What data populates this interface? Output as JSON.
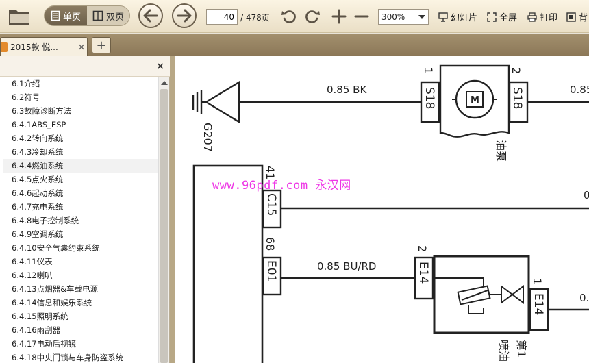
{
  "toolbar": {
    "single_page_label": "单页",
    "double_page_label": "双页",
    "current_page": "40",
    "total_pages": "/ 478页",
    "zoom_value": "300%",
    "slideshow_label": "幻灯片",
    "fullscreen_label": "全屏",
    "print_label": "打印",
    "background_label": "背"
  },
  "tabs": [
    {
      "label": "2015款 悦...",
      "close": "×"
    }
  ],
  "new_tab_label": "+",
  "sidebar": {
    "close": "×",
    "items": [
      "6.1介绍",
      "6.2符号",
      "6.3故障诊断方法",
      "6.4.1ABS_ESP",
      "6.4.2转向系统",
      "6.4.3冷却系统",
      "6.4.4燃油系统",
      "6.4.5点火系统",
      "6.4.6起动系统",
      "6.4.7充电系统",
      "6.4.8电子控制系统",
      "6.4.9空调系统",
      "6.4.10安全气囊约束系统",
      "6.4.11仪表",
      "6.4.12喇叭",
      "6.4.13点烟器&车载电源",
      "6.4.14信息和娱乐系统",
      "6.4.15照明系统",
      "6.4.16雨刮器",
      "6.4.17电动后视镜",
      "6.4.18中央门锁与车身防盗系统"
    ],
    "selected_index": 6
  },
  "document": {
    "watermark": "www.96pdf.com 永汉网",
    "ground_label": "G207",
    "wire1_label": "0.85 BK",
    "pin1_num": "1",
    "pin1_code": "S18",
    "pin2_num": "2",
    "pin2_code": "S18",
    "wire1_right_label": "0.85",
    "motor_symbol": "M",
    "pump_label": "油泵",
    "c15_num": "41",
    "c15_code": "C15",
    "c15_right_label": "0",
    "e01_num": "68",
    "e01_code": "E01",
    "wire3_label": "0.85 BU/RD",
    "e14_left_num": "2",
    "e14_left_code": "E14",
    "e14_right_num": "1",
    "e14_right_code": "E14",
    "wire3_right_label": "0.",
    "injector_label": "喷油",
    "injector_label2": "第1"
  }
}
